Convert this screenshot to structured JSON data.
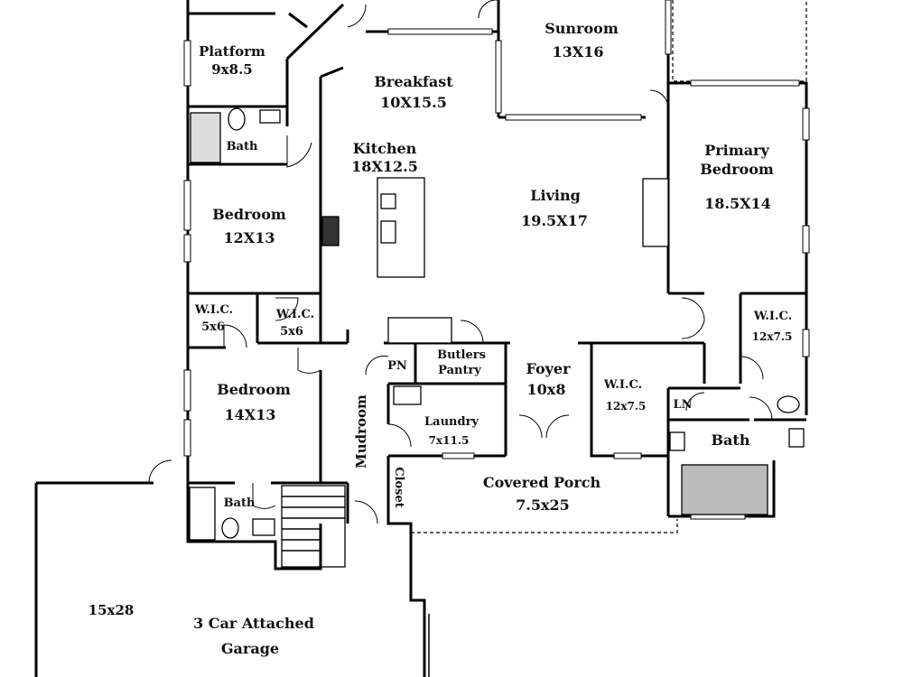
{
  "rooms": {
    "platform": {
      "name": "Platform",
      "size": "9x8.5"
    },
    "bath_upper": {
      "name": "Bath"
    },
    "breakfast": {
      "name": "Breakfast",
      "size": "10X15.5"
    },
    "sunroom": {
      "name": "Sunroom",
      "size": "13X16"
    },
    "kitchen": {
      "name": "Kitchen",
      "size": "18X12.5"
    },
    "living": {
      "name": "Living",
      "size": "19.5X17"
    },
    "primary_bedroom": {
      "name_line1": "Primary",
      "name_line2": "Bedroom",
      "size": "18.5X14"
    },
    "bedroom_1": {
      "name": "Bedroom",
      "size": "12X13"
    },
    "wic_1": {
      "name": "W.I.C.",
      "size": "5x6"
    },
    "wic_2": {
      "name": "W.I.C.",
      "size": "5x6"
    },
    "wic_primary_1": {
      "name": "W.I.C.",
      "size": "12x7.5"
    },
    "wic_primary_2": {
      "name": "W.I.C.",
      "size": "12x7.5"
    },
    "bedroom_2": {
      "name": "Bedroom",
      "size": "14X13"
    },
    "pn": {
      "name": "PN"
    },
    "butlers_pantry": {
      "name_line1": "Butlers",
      "name_line2": "Pantry"
    },
    "foyer": {
      "name": "Foyer",
      "size": "10x8"
    },
    "laundry": {
      "name": "Laundry",
      "size": "7x11.5"
    },
    "mudroom": {
      "name": "Mudroom"
    },
    "closet": {
      "name": "Closet"
    },
    "ln": {
      "name": "LN"
    },
    "bath_primary": {
      "name": "Bath"
    },
    "bath_lower": {
      "name": "Bath"
    },
    "covered_porch": {
      "name": "Covered Porch",
      "size": "7.5x25"
    },
    "garage": {
      "name_line1": "3 Car Attached",
      "name_line2": "Garage",
      "size": "15x28"
    }
  },
  "icons": [
    "door-swing-icon",
    "toilet-icon",
    "sink-icon",
    "shower-icon",
    "stove-icon",
    "fireplace-icon",
    "stairs-icon"
  ]
}
